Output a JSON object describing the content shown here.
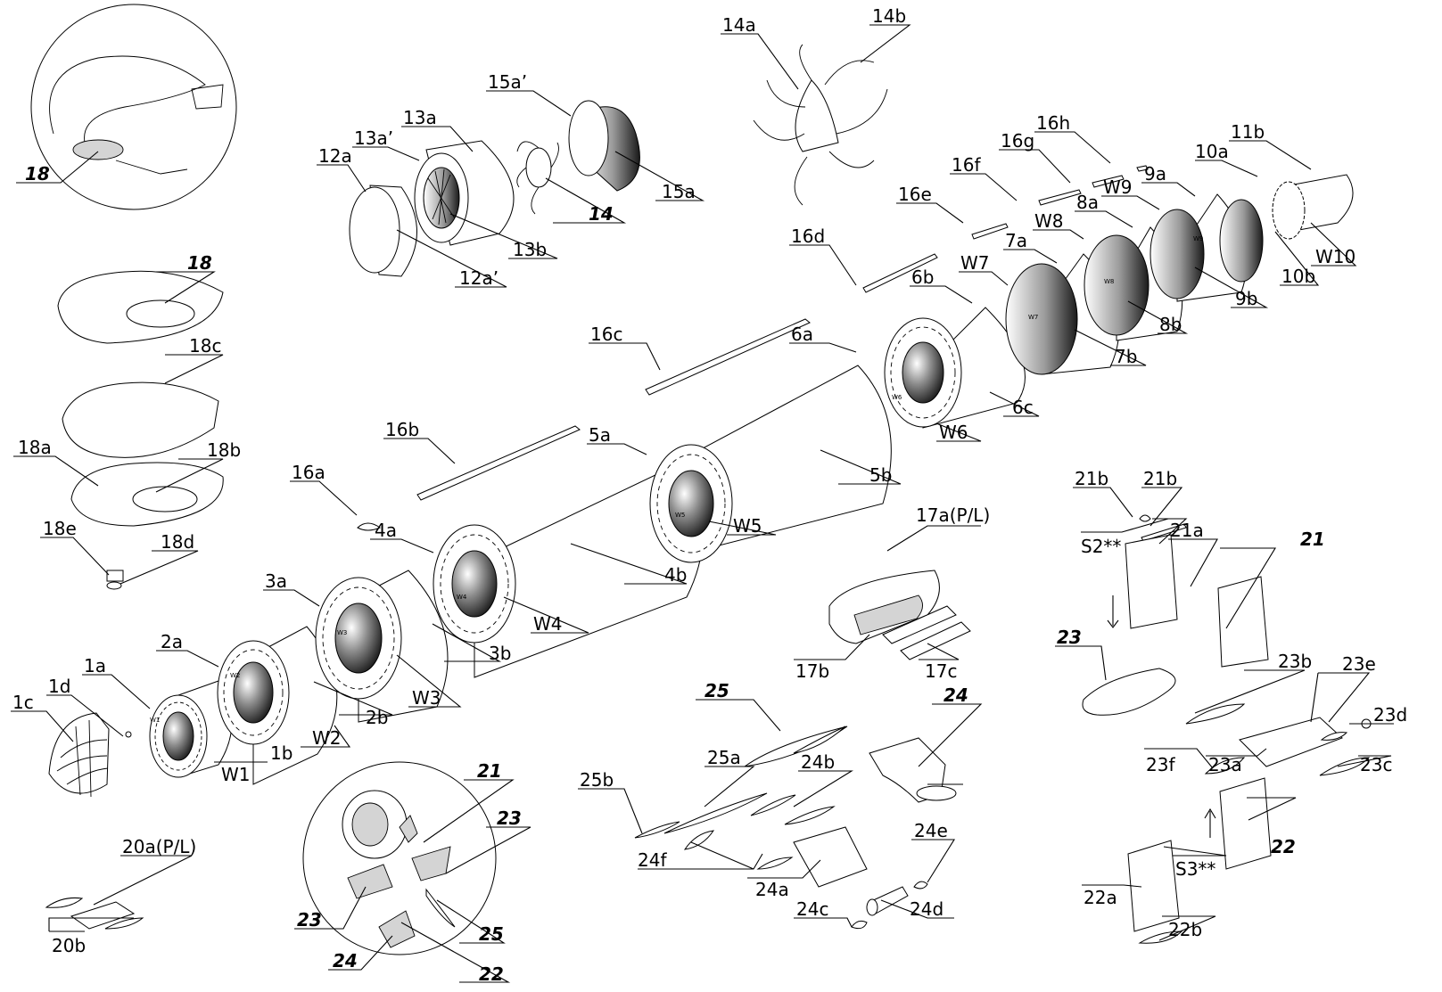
{
  "labels": {
    "l1a": "1a",
    "l1b": "1b",
    "l1c": "1c",
    "l1d": "1d",
    "l2a": "2a",
    "l2b": "2b",
    "l3a": "3a",
    "l3b": "3b",
    "l4a": "4a",
    "l4b": "4b",
    "l5a": "5a",
    "l5b": "5b",
    "l6a": "6a",
    "l6b": "6b",
    "l6c": "6c",
    "l7a": "7a",
    "l7b": "7b",
    "l8a": "8a",
    "l8b": "8b",
    "l9a": "9a",
    "l9b": "9b",
    "l10a": "10a",
    "l10b": "10b",
    "l11b": "11b",
    "lW1": "W1",
    "lW2": "W2",
    "lW3": "W3",
    "lW4": "W4",
    "lW5": "W5",
    "lW6": "W6",
    "lW7": "W7",
    "lW8": "W8",
    "lW9": "W9",
    "lW10": "W10",
    "l12a": "12a",
    "l12ap": "12a’",
    "l13a": "13a",
    "l13ap": "13a’",
    "l13b": "13b",
    "l14": "14",
    "l14a": "14a",
    "l14b": "14b",
    "l15a": "15a",
    "l15ap": "15a’",
    "l16a": "16a",
    "l16b": "16b",
    "l16c": "16c",
    "l16d": "16d",
    "l16e": "16e",
    "l16f": "16f",
    "l16g": "16g",
    "l16h": "16h",
    "l17a": "17a(P/L)",
    "l17b": "17b",
    "l17c": "17c",
    "l18top": "18",
    "l18": "18",
    "l18a": "18a",
    "l18b": "18b",
    "l18c": "18c",
    "l18d": "18d",
    "l18e": "18e",
    "l20a": "20a(P/L)",
    "l20b": "20b",
    "l21": "21",
    "l21a": "21a",
    "l21b1": "21b",
    "l21b2": "21b",
    "lS2": "S2**",
    "l22": "22",
    "l22a": "22a",
    "l22b": "22b",
    "lS3": "S3**",
    "l23": "23",
    "l23a": "23a",
    "l23b": "23b",
    "l23c": "23c",
    "l23d": "23d",
    "l23e": "23e",
    "l23f": "23f",
    "l24": "24",
    "l24a": "24a",
    "l24b": "24b",
    "l24c": "24c",
    "l24d": "24d",
    "l24e": "24e",
    "l24f": "24f",
    "l25": "25",
    "l25a": "25a",
    "l25b": "25b",
    "c21": "21",
    "c23a": "23",
    "c23b": "23",
    "c24": "24",
    "c25": "25",
    "c22": "22"
  },
  "ring_marks": {
    "w1": "W1",
    "w2": "W2",
    "w3": "W3",
    "w4": "W4",
    "w5": "W5",
    "w6": "W6",
    "w7": "W7",
    "w8": "W8",
    "w9": "W9"
  }
}
